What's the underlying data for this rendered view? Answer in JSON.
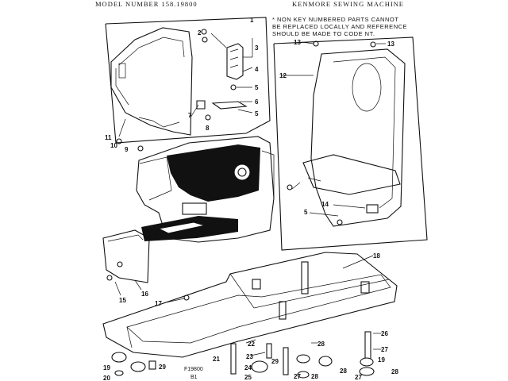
{
  "header": {
    "model": "MODEL NUMBER 158.19800",
    "brand": "KENMORE SEWING MACHINE"
  },
  "note": {
    "lines": [
      "* NON KEY NUMBERED PARTS CANNOT",
      "BE REPLACED LOCALLY AND REFERENCE",
      "SHOULD BE MADE TO CODE NT."
    ]
  },
  "figure_code": "F19800",
  "figure_sub": "B1",
  "callouts": {
    "c1": "1",
    "c2": "2",
    "c3": "3",
    "c4": "4",
    "c5a": "5",
    "c5b": "5",
    "c6": "6",
    "c7": "7",
    "c8": "8",
    "c9": "9",
    "c10": "10",
    "c11": "11",
    "c12": "12",
    "c13a": "13",
    "c13b": "13",
    "c14": "14",
    "c5c": "5",
    "c15": "15",
    "c16": "16",
    "c17": "17",
    "c18": "18",
    "c19": "19",
    "c20": "20",
    "c29a": "29",
    "c21": "21",
    "c22": "22",
    "c23": "23",
    "c24": "24",
    "c25": "25",
    "c26": "26",
    "c27a": "27",
    "c28a": "28",
    "c27b": "27",
    "c28b": "28",
    "c28c": "28",
    "c27c": "27",
    "c19b": "19",
    "c29b": "29",
    "c28d": "28"
  }
}
